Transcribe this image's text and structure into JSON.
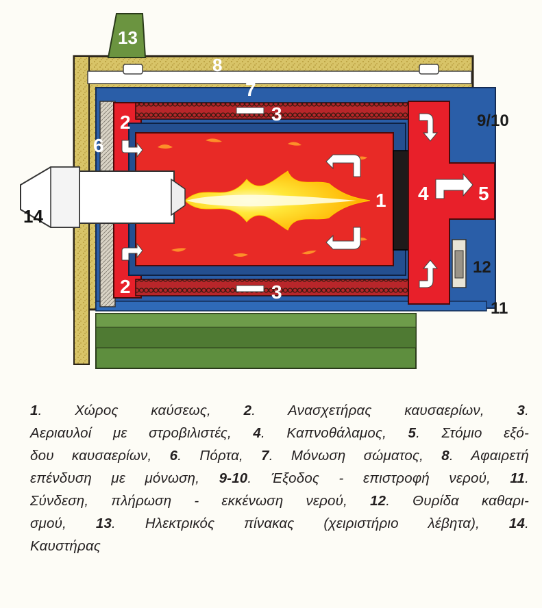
{
  "diagram": {
    "labels": {
      "l1": "1",
      "l2_top": "2",
      "l2_bottom": "2",
      "l3_top": "3",
      "l3_bottom": "3",
      "l4": "4",
      "l5": "5",
      "l6": "6",
      "l7": "7",
      "l8": "8",
      "l9_10": "9/10",
      "l11": "11",
      "l12": "12",
      "l13": "13",
      "l14": "14"
    }
  },
  "caption": {
    "items": [
      {
        "num": "1",
        "text": "Χώρος καύσεως"
      },
      {
        "num": "2",
        "text": "Ανασχετήρας καυσαερίων"
      },
      {
        "num": "3",
        "text": "Αεριαυλοί με στροβιλιστές"
      },
      {
        "num": "4",
        "text": "Καπνοθάλαμος"
      },
      {
        "num": "5",
        "text": "Στόμιο εξόδου καυσαερίων"
      },
      {
        "num": "6",
        "text": "Πόρτα"
      },
      {
        "num": "7",
        "text": "Μόνωση σώματος"
      },
      {
        "num": "8",
        "text": "Αφαιρετή επένδυση με μόνωση"
      },
      {
        "num": "9-10",
        "text": "Έξοδος - επιστροφή νερού"
      },
      {
        "num": "11",
        "text": "Σύνδεση, πλήρωση - εκκένωση νερού"
      },
      {
        "num": "12",
        "text": "Θυρίδα καθαρισμού"
      },
      {
        "num": "13",
        "text": "Ηλεκτρικός πίνακας (χειριστήριο λέβητα)"
      },
      {
        "num": "14",
        "text": "Καυστήρας"
      }
    ],
    "lines": [
      [
        "1",
        ". Χώρος καύσεως, ",
        "2",
        ". Ανασχετήρας καυσαερίων, ",
        "3",
        "."
      ],
      [
        "",
        "Αεριαυλοί με στροβιλιστές, ",
        "4",
        ". Καπνοθάλαμος, ",
        "5",
        ". Στόμιο εξό-"
      ],
      [
        "",
        "δου καυσαερίων, ",
        "6",
        ". Πόρτα, ",
        "7",
        ". Μόνωση σώματος, ",
        "8",
        ". Αφαιρετή"
      ],
      [
        "",
        "επένδυση με μόνωση, ",
        "9-10",
        ". Έξοδος - επιστροφή νερού, ",
        "11",
        "."
      ],
      [
        "",
        "Σύνδεση, πλήρωση - εκκένωση νερού, ",
        "12",
        ". Θυρίδα καθαρι-"
      ],
      [
        "",
        "σμού, ",
        "13",
        ". Ηλεκτρικός πίνακας (χειριστήριο λέβητα), ",
        "14",
        "."
      ],
      [
        "",
        "Καυστήρας"
      ]
    ]
  },
  "colors": {
    "fire": "#e8202a",
    "insulation": "#d9c46a",
    "water": "#2a5ea8",
    "base": "#5a8a3c",
    "panel": "#6b9440",
    "flame": "#ffe23a"
  }
}
